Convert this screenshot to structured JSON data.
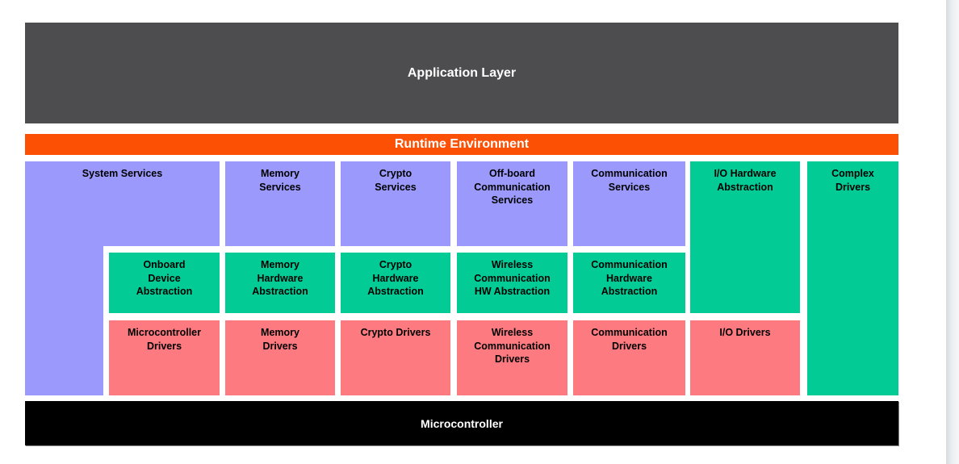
{
  "colors": {
    "application": "#4d4c4e",
    "runtime": "#fc5005",
    "services": "#9b99fc",
    "abstraction": "#02cb95",
    "drivers": "#fc7a80",
    "microcontroller": "#000000",
    "layer-text": "#ffffff",
    "block-text": "#000000"
  },
  "layers": {
    "application": {
      "label": "Application Layer"
    },
    "runtime": {
      "label": "Runtime Environment"
    },
    "microcontroller": {
      "label": "Microcontroller"
    }
  },
  "blocks": {
    "system_services": "System Services",
    "memory_services": "Memory\nServices",
    "crypto_services": "Crypto\nServices",
    "offboard_comm_services": "Off-board\nCommunication\nServices",
    "comm_services": "Communication\nServices",
    "io_hw_abstraction": "I/O Hardware\nAbstraction",
    "complex_drivers": "Complex\nDrivers",
    "onboard_device_abstraction": "Onboard\nDevice\nAbstraction",
    "memory_hw_abstraction": "Memory\nHardware\nAbstraction",
    "crypto_hw_abstraction": "Crypto\nHardware\nAbstraction",
    "wireless_comm_hw_abstraction": "Wireless\nCommunication\nHW Abstraction",
    "comm_hw_abstraction": "Communication\nHardware\nAbstraction",
    "microcontroller_drivers": "Microcontroller\nDrivers",
    "memory_drivers": "Memory\nDrivers",
    "crypto_drivers": "Crypto Drivers",
    "wireless_comm_drivers": "Wireless\nCommunication\nDrivers",
    "comm_drivers": "Communication\nDrivers",
    "io_drivers": "I/O Drivers"
  }
}
